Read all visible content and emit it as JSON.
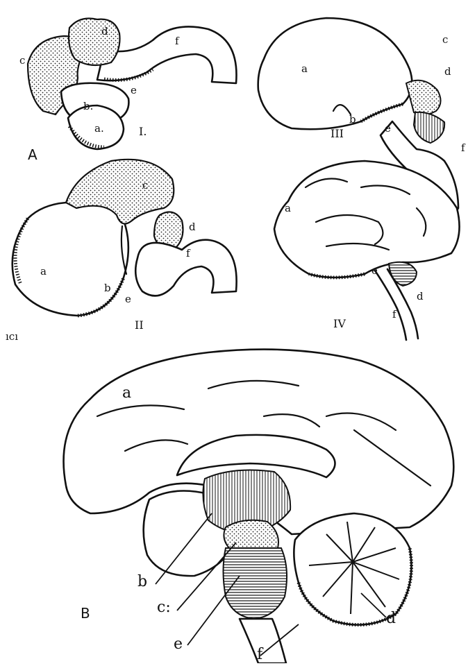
{
  "figure": {
    "panels": [
      "A",
      "B"
    ],
    "stages": [
      "I.",
      "II",
      "III",
      "IV"
    ],
    "labels": {
      "a": "a",
      "b": "b",
      "c": "c",
      "d": "d",
      "e": "e",
      "f": "f",
      "b_period": "b.",
      "a_period": "a.",
      "c_marked": "c:"
    },
    "scan_mark": "ıcı"
  }
}
